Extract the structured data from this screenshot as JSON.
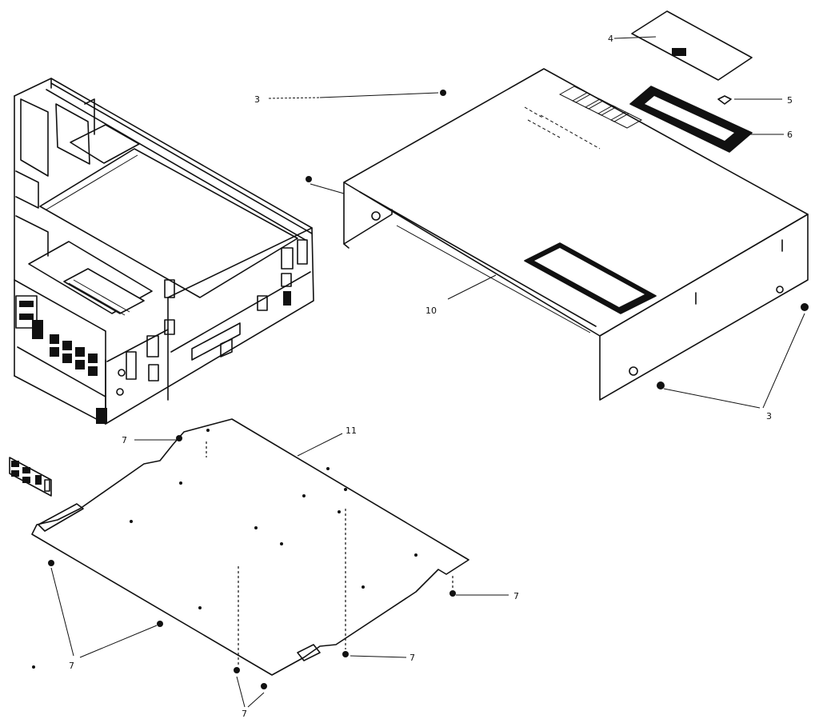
{
  "callouts": {
    "screw_top": "3",
    "screw_right": "3",
    "top_lid": "4",
    "small_knob": "5",
    "window_frame": "6",
    "screw_plate_upper": "7",
    "screw_plate_left": "7",
    "screw_plate_bottom_left": "7",
    "screw_plate_bottom_mid": "7",
    "screw_plate_right": "7",
    "cabinet_cover": "10",
    "bottom_plate": "11"
  }
}
